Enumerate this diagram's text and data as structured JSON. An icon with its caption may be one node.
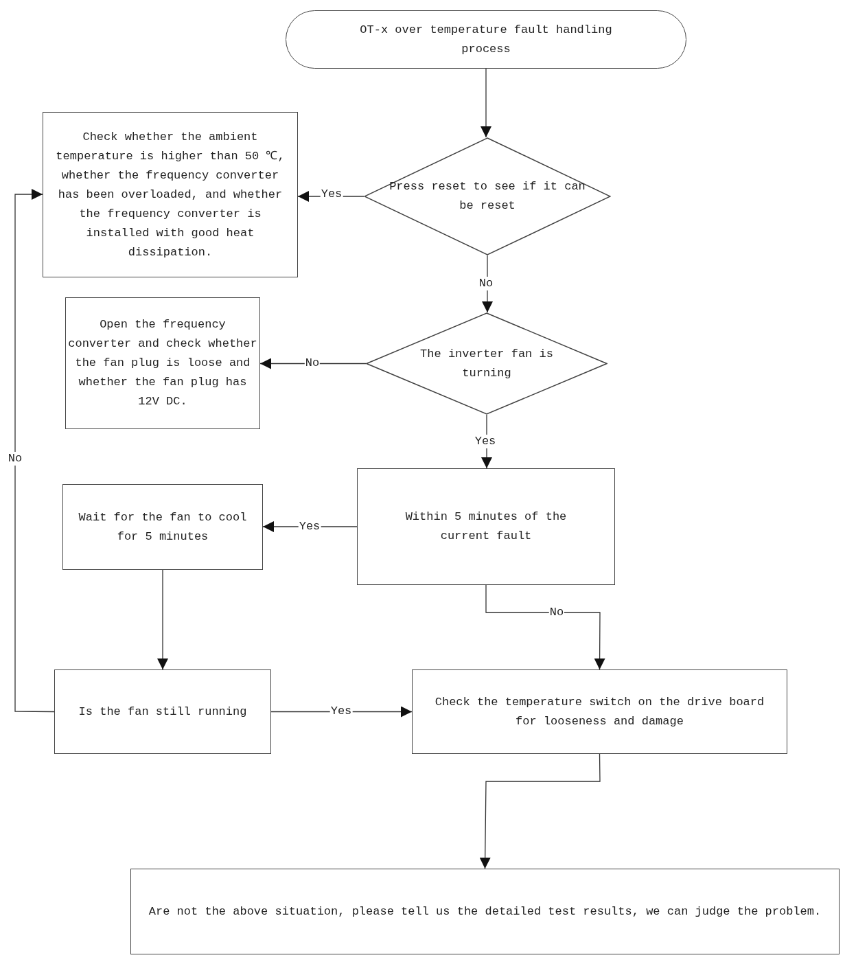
{
  "diagram": {
    "nodes": [
      {
        "text": [
          "OT-x over temperature fault handling process"
        ]
      },
      {
        "text": [
          "Press reset to see if it can be reset"
        ]
      },
      {
        "text": [
          "Check whether the ambient temperature is higher than 50 ℃, whether the frequency converter has been overloaded, and whether the frequency converter is installed with good heat dissipation."
        ]
      },
      {
        "text": [
          "The inverter fan is turning"
        ]
      },
      {
        "text": [
          "Open the frequency converter and check whether the fan plug is loose and whether the fan plug has 12V DC."
        ]
      },
      {
        "text": [
          "Within 5 minutes of the current fault"
        ]
      },
      {
        "text": [
          "Wait for the fan to cool for 5 minutes"
        ]
      },
      {
        "text": [
          "Is the fan still running"
        ]
      },
      {
        "text": [
          "Check the temperature switch on the drive board for looseness and damage"
        ]
      },
      {
        "text": [
          "Are not the above situation, please tell us the detailed test results, we can judge the problem."
        ]
      }
    ],
    "edges": [
      {
        "from": 0,
        "to": 1,
        "arrow": "to"
      },
      {
        "from": 1,
        "to": 2,
        "arrow": "to",
        "label": "Yes"
      },
      {
        "from": 1,
        "to": 3,
        "arrow": "to",
        "label": "No"
      },
      {
        "from": 3,
        "to": 4,
        "arrow": "to",
        "label": "No"
      },
      {
        "from": 3,
        "to": 5,
        "arrow": "to",
        "label": "Yes"
      },
      {
        "from": 5,
        "to": 6,
        "arrow": "to",
        "label": "Yes"
      },
      {
        "from": 5,
        "to": 8,
        "arrow": "to",
        "label": "No"
      },
      {
        "from": 6,
        "to": 7,
        "arrow": "to"
      },
      {
        "from": 7,
        "to": 2,
        "arrow": "to",
        "label": "No"
      },
      {
        "from": 7,
        "to": 8,
        "arrow": "to",
        "label": "Yes"
      },
      {
        "from": 8,
        "to": 9,
        "arrow": "to"
      }
    ]
  }
}
